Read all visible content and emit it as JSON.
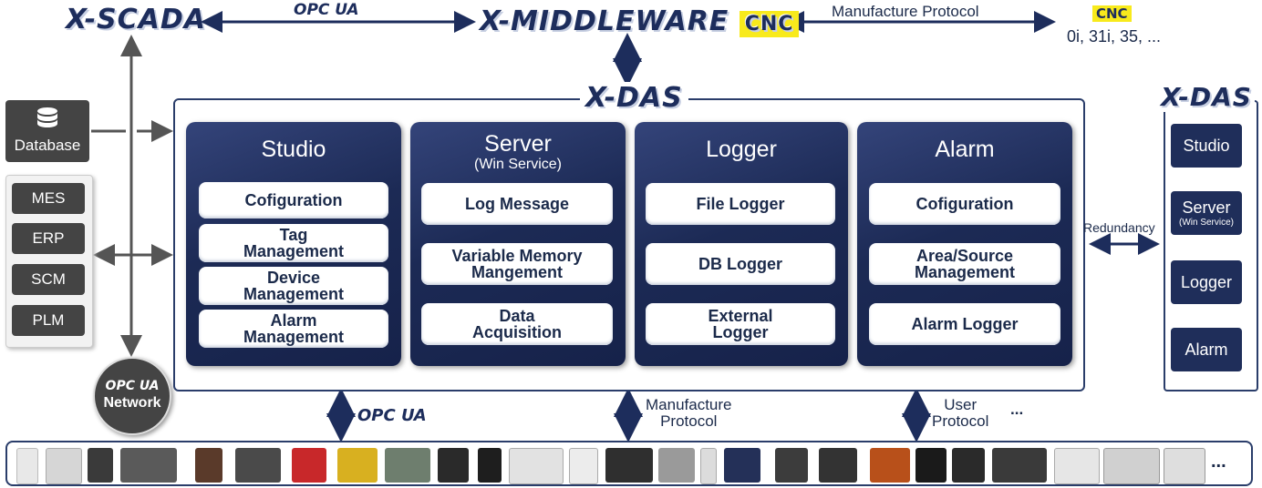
{
  "top": {
    "scada": "X-SCADA",
    "opcua_label": "OPC UA",
    "middleware": "X-MIDDLEWARE",
    "middleware_badge": "CNC",
    "manufacture_protocol": "Manufacture Protocol",
    "cnc_badge": "CNC",
    "cnc_models": "0i, 31i, 35, ..."
  },
  "xdas_title": "X-DAS",
  "left": {
    "database": "Database",
    "systems": [
      "MES",
      "ERP",
      "SCM",
      "PLM"
    ],
    "network_opc": "OPC UA",
    "network_label": "Network"
  },
  "modules": [
    {
      "title": "Studio",
      "subtitle": "",
      "items": [
        "Cofiguration",
        "Tag\nManagement",
        "Device\nManagement",
        "Alarm\nManagement"
      ]
    },
    {
      "title": "Server",
      "subtitle": "(Win Service)",
      "items": [
        "Log Message",
        "Variable Memory\nMangement",
        "Data\nAcquisition"
      ]
    },
    {
      "title": "Logger",
      "subtitle": "",
      "items": [
        "File Logger",
        "DB Logger",
        "External\nLogger"
      ]
    },
    {
      "title": "Alarm",
      "subtitle": "",
      "items": [
        "Cofiguration",
        "Area/Source\nManagement",
        "Alarm Logger"
      ]
    }
  ],
  "redundancy": "Redundancy",
  "right": {
    "title": "X-DAS",
    "items": [
      {
        "label": "Studio",
        "sub": ""
      },
      {
        "label": "Server",
        "sub": "(Win Service)"
      },
      {
        "label": "Logger",
        "sub": ""
      },
      {
        "label": "Alarm",
        "sub": ""
      }
    ]
  },
  "bottom": {
    "opcua": "OPC UA",
    "manufacture": "Manufacture\nProtocol",
    "user": "User\nProtocol",
    "ellipsis": "...",
    "devices_more": "..."
  }
}
